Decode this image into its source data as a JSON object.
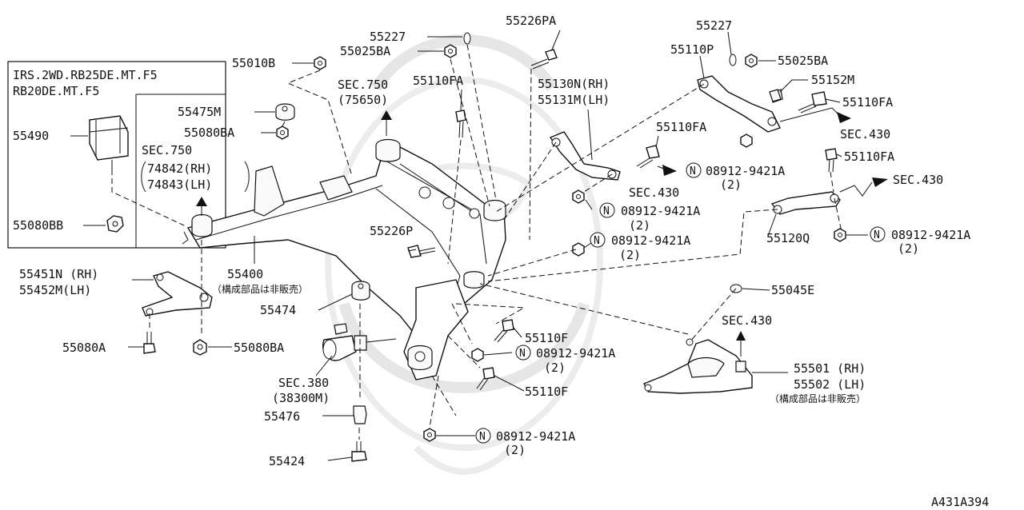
{
  "diagram_id": "A431A394",
  "inset": {
    "title_line1": "IRS.2WD.RB25DE.MT.F5",
    "title_line2": "RB20DE.MT.F5",
    "part_55490": "55490",
    "part_55080BB": "55080BB"
  },
  "parts": {
    "p55010B": "55010B",
    "p55227_top": "55227",
    "p55025BA_top": "55025BA",
    "p55226PA": "55226PA",
    "p55227_right": "55227",
    "p55110P": "55110P",
    "p55025BA_right": "55025BA",
    "p55475M": "55475M",
    "p55080BA_top": "55080BA",
    "p55110FA_1": "55110FA",
    "p55130N": "55130N(RH)",
    "p55131M": "55131M(LH)",
    "p55152M": "55152M",
    "p55110FA_2": "55110FA",
    "p55110FA_3": "55110FA",
    "p55110FA_4": "55110FA",
    "p55451N": "55451N (RH)",
    "p55452M": "55452M(LH)",
    "p55400": "55400",
    "p55400_note": "（構成部品は非販売）",
    "p55474": "55474",
    "p55226P": "55226P",
    "p55120Q": "55120Q",
    "p55045E": "55045E",
    "p55080A": "55080A",
    "p55080BA_bottom": "55080BA",
    "p55110F_1": "55110F",
    "p55110F_2": "55110F",
    "p55501": "55501 (RH)",
    "p55502": "55502 (LH)",
    "p55501_note": "（構成部品は非販売）",
    "p55476": "55476",
    "p55424": "55424"
  },
  "sections": {
    "sec750_a": "SEC.750",
    "sec750_a_sub": "(75650)",
    "sec750_b": "SEC.750",
    "sec750_b_sub1": "74842(RH)",
    "sec750_b_sub2": "74843(LH)",
    "sec430_a": "SEC.430",
    "sec430_b": "SEC.430",
    "sec430_c": "SEC.430",
    "sec430_d": "SEC.430",
    "sec380": "SEC.380",
    "sec380_sub": "(38300M)"
  },
  "nuts": {
    "marker": "N",
    "n1": "08912-9421A",
    "n1_qty": "(2)",
    "n2": "08912-9421A",
    "n2_qty": "(2)",
    "n3": "08912-9421A",
    "n3_qty": "(2)",
    "n4": "08912-9421A",
    "n4_qty": "(2)",
    "n5": "08912-9421A",
    "n5_qty": "(2)",
    "n6": "08912-9421A",
    "n6_qty": "(2)"
  }
}
